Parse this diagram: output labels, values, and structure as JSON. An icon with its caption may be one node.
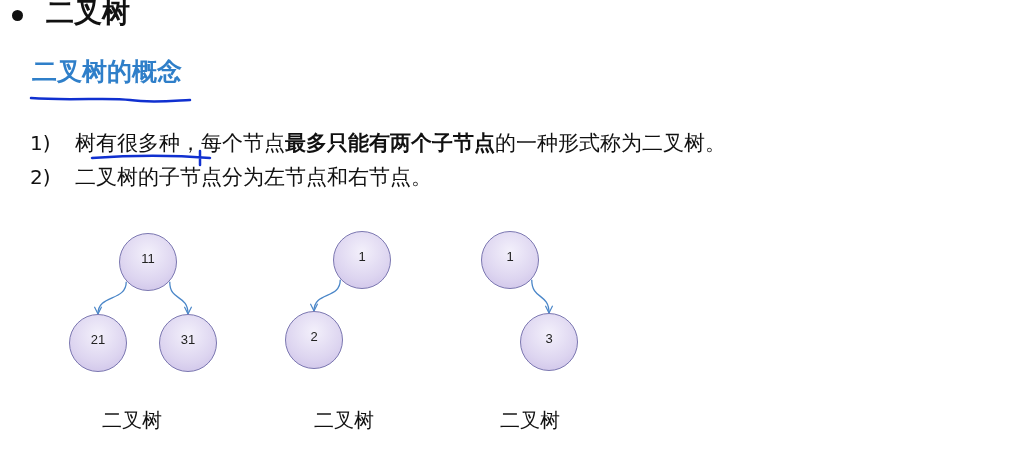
{
  "diagram": {
    "title": "二叉树",
    "nodes": [
      {
        "text": [
          "11"
        ]
      },
      {
        "text": [
          "21"
        ]
      },
      {
        "text": [
          "31"
        ]
      },
      {
        "text": [
          "1"
        ]
      },
      {
        "text": [
          "2"
        ]
      },
      {
        "text": [
          "1"
        ]
      },
      {
        "text": [
          "3"
        ]
      }
    ],
    "edges": [
      {
        "from": 0,
        "to": 1,
        "arrow": "to"
      },
      {
        "from": 0,
        "to": 2,
        "arrow": "to"
      },
      {
        "from": 3,
        "to": 4,
        "arrow": "to"
      },
      {
        "from": 5,
        "to": 6,
        "arrow": "to"
      }
    ],
    "labels": [
      "二叉树的概念",
      "1)",
      "树有很多种，每个节点**最多只能有两个子节点**的一种形式称为二叉树。",
      "2)",
      "二叉树的子节点分为左节点和右节点。",
      "二叉树",
      "二叉树",
      "二叉树"
    ]
  }
}
